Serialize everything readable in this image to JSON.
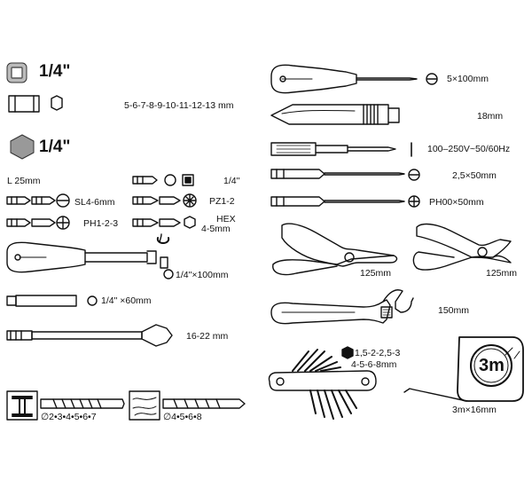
{
  "left": {
    "socket_square": {
      "size": "1/4\"",
      "sizes": "5-6-7-8-9-10-11-12-13 mm"
    },
    "socket_hex": {
      "size": "1/4\""
    },
    "bits": {
      "length": "L 25mm",
      "adapter": "1/4\"",
      "slotted": "SL4-6mm",
      "pozi": "PZ1-2",
      "phillips": "PH1-2-3",
      "hex_line1": "HEX",
      "hex_line2": "4-5mm"
    },
    "bit_holder": {
      "size": "1/4\"×100mm"
    },
    "extension": {
      "size": "1/4\" ×60mm"
    },
    "spade_bit": {
      "size": "16-22 mm"
    },
    "drills_metal": {
      "sizes": "∅2•3•4•5•6•7"
    },
    "drills_wood": {
      "sizes": "∅4•5•6•8"
    }
  },
  "right": {
    "screwdriver": {
      "size": "5×100mm"
    },
    "knife": {
      "size": "18mm"
    },
    "tester": {
      "spec": "100–250V~50/60Hz"
    },
    "precision_slotted": {
      "size": "2,5×50mm"
    },
    "precision_phillips": {
      "size": "PH00×50mm"
    },
    "pliers": {
      "size": "125mm"
    },
    "cutters": {
      "size": "125mm"
    },
    "wrench": {
      "size": "150mm"
    },
    "hex_keys": {
      "line1": "1,5-2-2,5-3",
      "line2": "4-5-6-8mm"
    },
    "tape": {
      "label": "3m",
      "size": "3m×16mm"
    }
  },
  "colors": {
    "ink": "#111111",
    "fill": "#ffffff",
    "dark": "#1a1a1a"
  }
}
